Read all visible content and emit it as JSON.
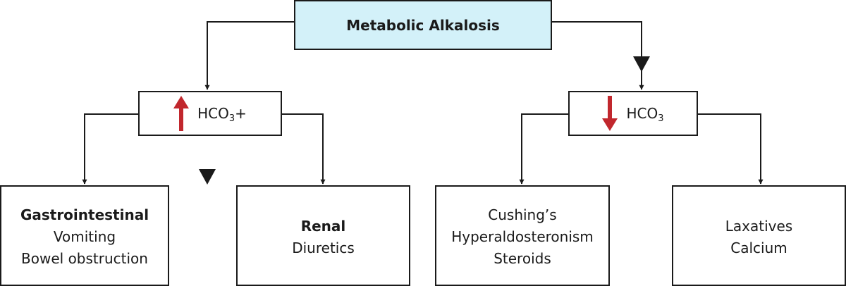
{
  "root": {
    "label": "Metabolic Alkalosis"
  },
  "branches": [
    {
      "indicator": {
        "direction": "up",
        "prefix": "HCO",
        "subscript": "3",
        "suffix": "+"
      },
      "children": [
        {
          "heading": "Gastrointestinal",
          "lines": [
            "Vomiting",
            "Bowel obstruction"
          ]
        },
        {
          "heading": "Renal",
          "lines": [
            "Diuretics"
          ]
        }
      ]
    },
    {
      "indicator": {
        "direction": "down",
        "prefix": "HCO",
        "subscript": "3",
        "suffix": ""
      },
      "children": [
        {
          "heading": "",
          "lines": [
            "Cushing’s",
            "Hyperaldosteronism",
            "Steroids"
          ]
        },
        {
          "heading": "",
          "lines": [
            "Laxatives",
            "Calcium"
          ]
        }
      ]
    }
  ],
  "colors": {
    "root_fill": "#d3f1f9",
    "indicator_arrow": "#c1272d",
    "line": "#1a1a1a"
  }
}
